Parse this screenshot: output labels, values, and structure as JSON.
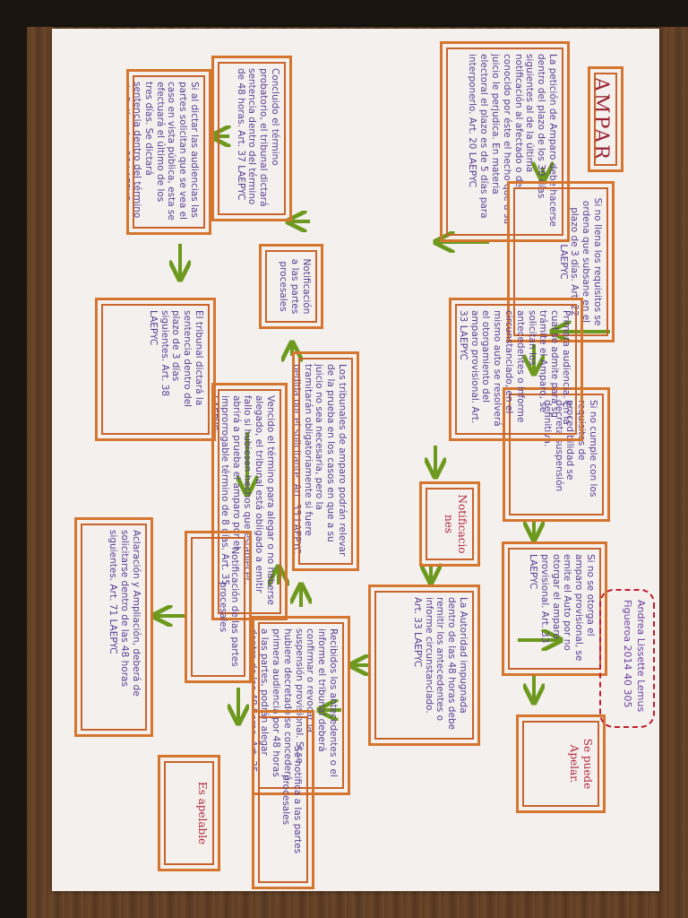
{
  "diagram": {
    "author": "Andrea Lissette Lemus Figueroa 2014 40 305",
    "nodes": {
      "amparo": "AMPARO",
      "plazo_presentacion": "La petición de Amparo debe hacerse dentro del plazo de los 30 días siguientes al de la última notificación al afectado o de conocido por éste el hecho que a su juicio le perjudica. En materia electoral el plazo es de 5 días para interponerlo. Art. 20 LAEPYC",
      "requisitos_subsanar": "Si no llena los requisitos se ordena que subsane en el plazo de 3 días. Art. 22 LAEPYC",
      "no_cumple_requisitos": "Si no cumple con los requisitos de procedibilidad se decreta suspensión definitiva.",
      "amparo_provisional_no": "Si no se otorga el amparo provisional, se emite el Auto por no otorgar el amparo provisional. Art. 33 LAEPYC",
      "puede_apelar": "Se puede Apelar.",
      "primera_audiencia": "Primera audiencia. En la cual se admite para su trámite el Amparo, se solicitan los antecedentes o informe circunstanciado, en el mismo auto se resolverá el otorgamiento del amparo provisional. Art. 33 LAEPYC",
      "notificaciones": "Notificaciones",
      "autoridad_impugnada": "La Autoridad impugnada dentro de las 48 horas debe remitir los antecedentes o informe circunstanciado. Art. 33 LAEPYC",
      "audiencias_48h": "Recibidos los antecedentes o el informe el tribunal deberá confirmar o revocar la suspensión provisional. Si se hubiere decretado se concederá primera audiencia por 48 horas a las partes, podrán alegar dentro de las 48 horas. Art. 35 LAEPYC",
      "tribunales_relevar": "Los tribunales de amparo podrán relevar de la prueba en los casos en que a su juicio no sea necesaria, pero la tramitarán obligatoriamente si fuere pedida por el solicitante. Art. 35 LAEPYC",
      "notifica_partes": "Se notifica a las partes procesales",
      "vencido_termino": "Vencido el término para alegar o no haberse alegado, el tribunal está obligado a emitir fallo si hubiesen hechos que establecer, abrirá a prueba el amparo por el improrrogable término de 8 días. Art. 35 LAEPYC",
      "notificacion_partes": "Notificación a las partes procesales",
      "concluido_termino": "Concluido el término probatorio, el tribunal dictará sentencia dentro del término de 48 horas. Art. 37 LAEPYC",
      "aclaracion_ampliacion": "Si al dictar las audiencias las partes solicitan que se vea el caso en vista pública, esta se efectuará el último de los tres días. Se dictará sentencia dentro del término de 3 días. Art. 38 LAEPYC",
      "tribunal_sentencia": "El tribunal dictará la sentencia dentro del plazo de 3 días siguientes. Art. 38 LAEPYC",
      "notificacion_partes_2": "Notificación de las partes procesales",
      "aclaracion_48h": "Aclaración y Ampliación, deberá de solicitarse dentro de las 48 horas siguientes. Art. 71 LAEPYC",
      "apelable": "Es apelable"
    }
  }
}
